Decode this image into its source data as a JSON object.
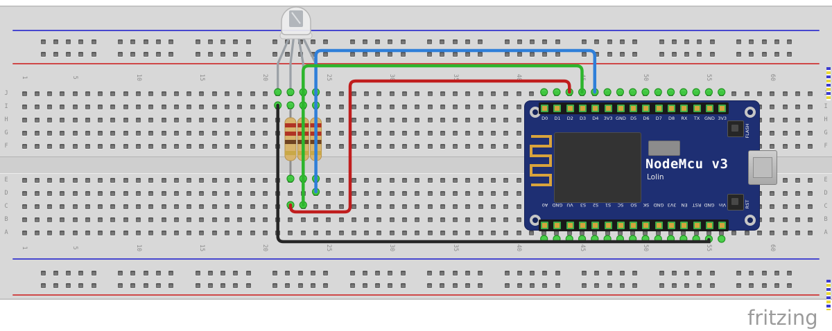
{
  "breadboard": {
    "column_numbers": [
      "1",
      "5",
      "10",
      "15",
      "20",
      "25",
      "30",
      "35",
      "40",
      "45",
      "50",
      "55",
      "60"
    ],
    "row_letters_top": [
      "J",
      "I",
      "H",
      "G",
      "F"
    ],
    "row_letters_bottom": [
      "E",
      "D",
      "C",
      "B",
      "A"
    ],
    "rail_negative_color": "#4747cf",
    "rail_positive_color": "#cf4747"
  },
  "mcu": {
    "title": "NodeMcu v3",
    "subtitle": "Lolin",
    "board_color": "#1e2f73",
    "top_pins": [
      "D0",
      "D1",
      "D2",
      "D3",
      "D4",
      "3V3",
      "GND",
      "D5",
      "D6",
      "D7",
      "D8",
      "RX",
      "TX",
      "GND",
      "3V3"
    ],
    "bottom_pins": [
      "A0",
      "GND",
      "VU",
      "S3",
      "S2",
      "S1",
      "SC",
      "SO",
      "SK",
      "GND",
      "3V3",
      "EN",
      "RST",
      "GND",
      "Vin"
    ],
    "flash_button_label": "FLASH",
    "reset_button_label": "RST",
    "pin_colors": {
      "ring": "#3fae49",
      "pad": "#d4a43c"
    }
  },
  "components": {
    "led": {
      "type": "rgb-led"
    },
    "resistors": [
      {
        "bands": [
          "red",
          "red",
          "brown",
          "gold"
        ]
      },
      {
        "bands": [
          "red",
          "red",
          "brown",
          "gold"
        ]
      },
      {
        "bands": [
          "red",
          "red",
          "brown",
          "gold"
        ]
      }
    ],
    "wires": [
      {
        "name": "blue-wire",
        "color": "#2f7fd9"
      },
      {
        "name": "green-wire",
        "color": "#2db52d"
      },
      {
        "name": "red-wire",
        "color": "#c01d1d"
      },
      {
        "name": "black-wire",
        "color": "#262626"
      }
    ]
  },
  "watermark": {
    "label": "fritzing"
  }
}
